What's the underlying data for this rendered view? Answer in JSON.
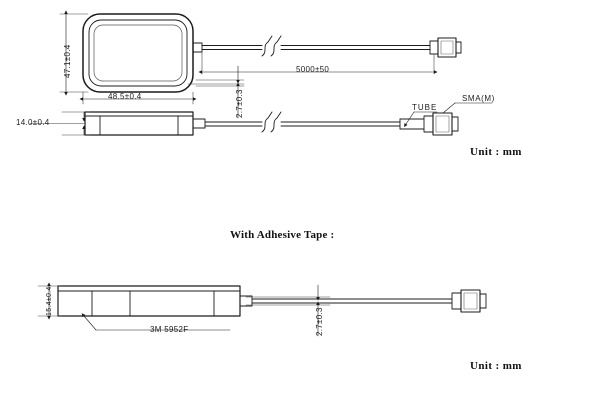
{
  "document": {
    "type": "engineering-drawing",
    "subject": "Adhesive mount patch antenna with SMA(M) cable assembly",
    "background_color": "#ffffff",
    "line_color": "#1c1c1c"
  },
  "top_view": {
    "dimensions": {
      "height_label": "47.1±0.4",
      "width_label": "48.5±0.4",
      "cable_length_label": "5000±50",
      "cable_diameter_label": "2.7±0.3"
    }
  },
  "side_view": {
    "dimensions": {
      "thickness_label": "14.0±0.4"
    },
    "callouts": {
      "tube_label": "TUBE",
      "connector_label": "SMA(M)"
    },
    "unit_note": "Unit : mm"
  },
  "adhesive_section": {
    "title": "With Adhesive Tape :",
    "dimensions": {
      "thickness_label": "15.4±0.4",
      "cable_diameter_label": "2.7±0.3"
    },
    "callouts": {
      "tape_label": "3M  5952F"
    },
    "unit_note": "Unit : mm"
  }
}
